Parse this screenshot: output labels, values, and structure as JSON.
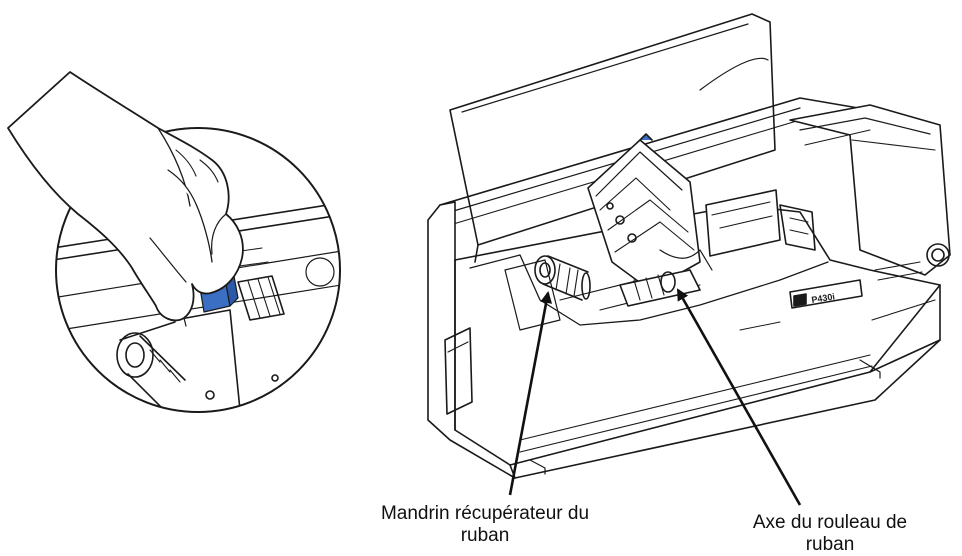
{
  "callouts": {
    "take_up_spindle": {
      "line1": "Mandrin récupérateur du",
      "line2": "ruban"
    },
    "ribbon_supply_axis": {
      "line1": "Axe du rouleau de",
      "line2": "ruban"
    }
  },
  "printer_badge": "P430i",
  "colors": {
    "outline": "#1a1a1a",
    "latch_blue": "#3a6fc4",
    "background": "#ffffff"
  }
}
